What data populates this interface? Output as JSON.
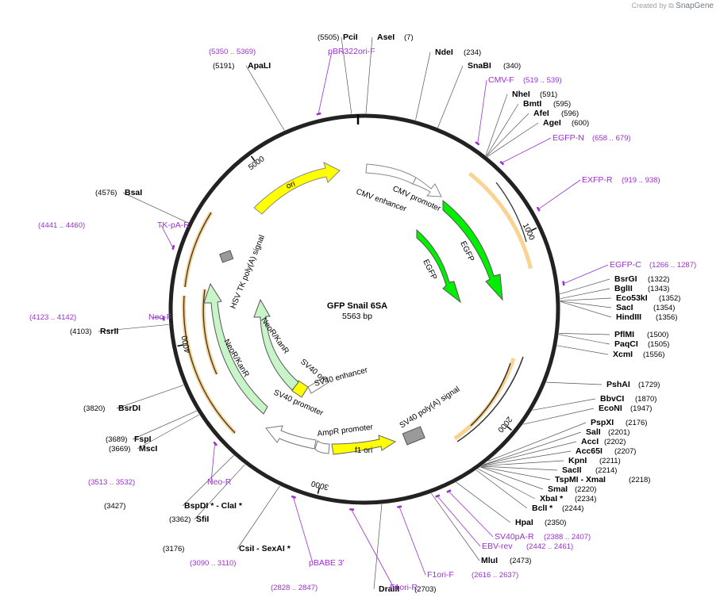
{
  "credit": {
    "prefix": "Created by",
    "brand": "SnapGene"
  },
  "plasmid": {
    "name": "GFP Snail 6SA",
    "length_label": "5563 bp",
    "total_bp": 5563
  },
  "ticks": [
    {
      "label": "1000",
      "bp": 1000
    },
    {
      "label": "2000",
      "bp": 2000
    },
    {
      "label": "3000",
      "bp": 3000
    },
    {
      "label": "4000",
      "bp": 4000
    },
    {
      "label": "5000",
      "bp": 5000
    }
  ],
  "enzymes": [
    {
      "name": "PciI",
      "pos": "(5505)",
      "bp": 5505,
      "side": "L"
    },
    {
      "name": "AseI",
      "pos": "(7)",
      "bp": 7,
      "side": "R"
    },
    {
      "name": "NdeI",
      "pos": "(234)",
      "bp": 234,
      "side": "R"
    },
    {
      "name": "SnaBI",
      "pos": "(340)",
      "bp": 340,
      "side": "R"
    },
    {
      "name": "NheI",
      "pos": "(591)",
      "bp": 591,
      "side": "R"
    },
    {
      "name": "BmtI",
      "pos": "(595)",
      "bp": 595,
      "side": "R"
    },
    {
      "name": "AfeI",
      "pos": "(596)",
      "bp": 596,
      "side": "R"
    },
    {
      "name": "AgeI",
      "pos": "(600)",
      "bp": 600,
      "side": "R"
    },
    {
      "name": "BsrGI",
      "pos": "(1322)",
      "bp": 1322,
      "side": "R"
    },
    {
      "name": "BglII",
      "pos": "(1343)",
      "bp": 1343,
      "side": "R"
    },
    {
      "name": "Eco53kI",
      "pos": "(1352)",
      "bp": 1352,
      "side": "R"
    },
    {
      "name": "SacI",
      "pos": "(1354)",
      "bp": 1354,
      "side": "R"
    },
    {
      "name": "HindIII",
      "pos": "(1356)",
      "bp": 1356,
      "side": "R"
    },
    {
      "name": "PflMI",
      "pos": "(1500)",
      "bp": 1500,
      "side": "R"
    },
    {
      "name": "PaqCI",
      "pos": "(1505)",
      "bp": 1505,
      "side": "R"
    },
    {
      "name": "XcmI",
      "pos": "(1556)",
      "bp": 1556,
      "side": "R"
    },
    {
      "name": "PshAI",
      "pos": "(1729)",
      "bp": 1729,
      "side": "R"
    },
    {
      "name": "BbvCI",
      "pos": "(1870)",
      "bp": 1870,
      "side": "R"
    },
    {
      "name": "EcoNI",
      "pos": "(1947)",
      "bp": 1947,
      "side": "R"
    },
    {
      "name": "PspXI",
      "pos": "(2176)",
      "bp": 2176,
      "side": "R"
    },
    {
      "name": "SalI",
      "pos": "(2201)",
      "bp": 2201,
      "side": "R"
    },
    {
      "name": "AccI",
      "pos": "(2202)",
      "bp": 2202,
      "side": "R"
    },
    {
      "name": "Acc65I",
      "pos": "(2207)",
      "bp": 2207,
      "side": "R"
    },
    {
      "name": "KpnI",
      "pos": "(2211)",
      "bp": 2211,
      "side": "R"
    },
    {
      "name": "SacII",
      "pos": "(2214)",
      "bp": 2214,
      "side": "R"
    },
    {
      "name": "TspMI - XmaI",
      "pos": "(2218)",
      "bp": 2218,
      "side": "R"
    },
    {
      "name": "SmaI",
      "pos": "(2220)",
      "bp": 2220,
      "side": "R"
    },
    {
      "name": "XbaI *",
      "pos": "(2234)",
      "bp": 2234,
      "side": "R"
    },
    {
      "name": "BclI *",
      "pos": "(2244)",
      "bp": 2244,
      "side": "R"
    },
    {
      "name": "HpaI",
      "pos": "(2350)",
      "bp": 2350,
      "side": "R"
    },
    {
      "name": "MluI",
      "pos": "(2473)",
      "bp": 2473,
      "side": "L"
    },
    {
      "name": "DraIII",
      "pos": "(2703)",
      "bp": 2703,
      "side": "R"
    },
    {
      "name": "CsiI - SexAI *",
      "pos": "(3176)",
      "bp": 3176,
      "side": "L"
    },
    {
      "name": "SfiI",
      "pos": "(3362)",
      "bp": 3362,
      "side": "L"
    },
    {
      "name": "BspDI * - ClaI *",
      "pos": "(3427)",
      "bp": 3427,
      "side": "L"
    },
    {
      "name": "MscI",
      "pos": "(3669)",
      "bp": 3669,
      "side": "L"
    },
    {
      "name": "FspI",
      "pos": "(3689)",
      "bp": 3689,
      "side": "L"
    },
    {
      "name": "BsrDI",
      "pos": "(3820)",
      "bp": 3820,
      "side": "L"
    },
    {
      "name": "RsrII",
      "pos": "(4103)",
      "bp": 4103,
      "side": "L"
    },
    {
      "name": "BsaI",
      "pos": "(4576)",
      "bp": 4576,
      "side": "L"
    },
    {
      "name": "ApaLI",
      "pos": "(5191)",
      "bp": 5191,
      "side": "L"
    }
  ],
  "primers": [
    {
      "name": "pBR322ori-F",
      "range": "(5350 .. 5369)",
      "bp": 5360,
      "side": "L"
    },
    {
      "name": "CMV-F",
      "range": "(519 .. 539)",
      "bp": 529,
      "side": "R"
    },
    {
      "name": "EGFP-N",
      "range": "(658 .. 679)",
      "bp": 668,
      "side": "R"
    },
    {
      "name": "EXFP-R",
      "range": "(919 .. 938)",
      "bp": 928,
      "side": "R"
    },
    {
      "name": "EGFP-C",
      "range": "(1266 .. 1287)",
      "bp": 1276,
      "side": "R"
    },
    {
      "name": "SV40pA-R",
      "range": "(2388 .. 2407)",
      "bp": 2397,
      "side": "R"
    },
    {
      "name": "EBV-rev",
      "range": "(2442 .. 2461)",
      "bp": 2451,
      "side": "R"
    },
    {
      "name": "F1ori-F",
      "range": "(2616 .. 2637)",
      "bp": 2626,
      "side": "R"
    },
    {
      "name": "F1ori-R",
      "range": "(2828 .. 2847)",
      "bp": 2837,
      "side": "L"
    },
    {
      "name": "pBABE 3'",
      "range": "(3090 .. 3110)",
      "bp": 3100,
      "side": "L"
    },
    {
      "name": "Neo-R",
      "range": "(3513 .. 3532)",
      "bp": 3522,
      "side": "L"
    },
    {
      "name": "Neo-F",
      "range": "(4123 .. 4142)",
      "bp": 4132,
      "side": "L"
    },
    {
      "name": "TK-pA-R",
      "range": "(4441 .. 4460)",
      "bp": 4450,
      "side": "L"
    }
  ],
  "features": [
    {
      "label": "CMV enhancer",
      "color": "#ffffff"
    },
    {
      "label": "CMV promoter",
      "color": "#ffffff"
    },
    {
      "label": "EGFP",
      "color": "#00ee00"
    },
    {
      "label": "EGFP",
      "color": "#00ee00"
    },
    {
      "label": "SV40 poly(A) signal",
      "color": "#9a9a9a"
    },
    {
      "label": "f1 ori",
      "color": "#ffff00"
    },
    {
      "label": "AmpR promoter",
      "color": "#ffffff"
    },
    {
      "label": "SV40 promoter",
      "color": "#ffffff"
    },
    {
      "label": "SV40 ori",
      "color": "#ffff00"
    },
    {
      "label": "SV40 enhancer",
      "color": "#ffffff"
    },
    {
      "label": "NeoR/KanR",
      "color": "#c8f5c8"
    },
    {
      "label": "NeoR/KanR",
      "color": "#c8f5c8"
    },
    {
      "label": "HSV TK poly(A) signal",
      "color": "#9a9a9a"
    },
    {
      "label": "ori",
      "color": "#ffff00"
    }
  ],
  "colors": {
    "primer": "#9b30d0",
    "orf": "#f5a623",
    "backbone": "#222222"
  }
}
